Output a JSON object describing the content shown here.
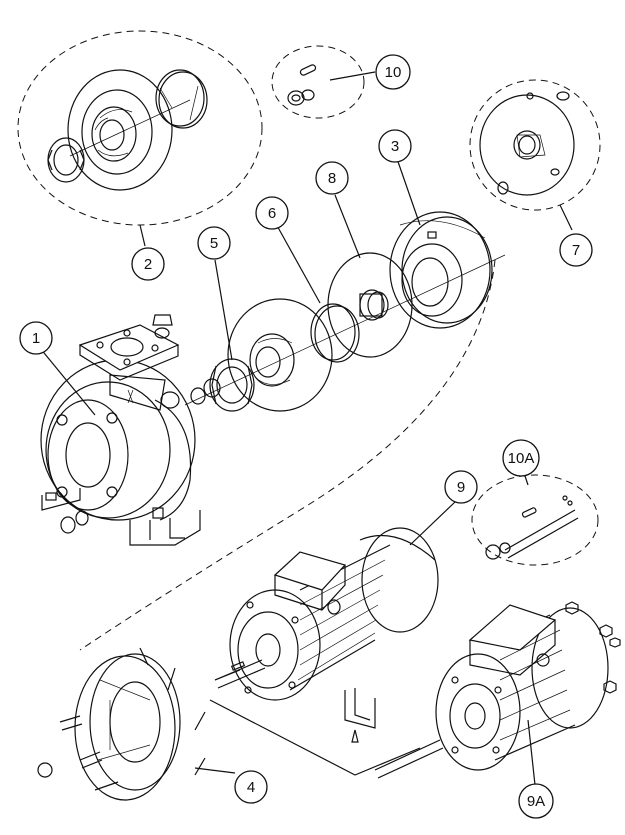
{
  "diagram": {
    "type": "exploded-parts-drawing",
    "line_color": "#111111",
    "background": "#ffffff",
    "callouts": [
      {
        "id": "c1",
        "label": "1"
      },
      {
        "id": "c2",
        "label": "2"
      },
      {
        "id": "c3",
        "label": "3"
      },
      {
        "id": "c4",
        "label": "4"
      },
      {
        "id": "c5",
        "label": "5"
      },
      {
        "id": "c6",
        "label": "6"
      },
      {
        "id": "c7",
        "label": "7"
      },
      {
        "id": "c8",
        "label": "8"
      },
      {
        "id": "c9",
        "label": "9"
      },
      {
        "id": "c9a",
        "label": "9A"
      },
      {
        "id": "c10",
        "label": "10"
      },
      {
        "id": "c10a",
        "label": "10A"
      }
    ]
  }
}
